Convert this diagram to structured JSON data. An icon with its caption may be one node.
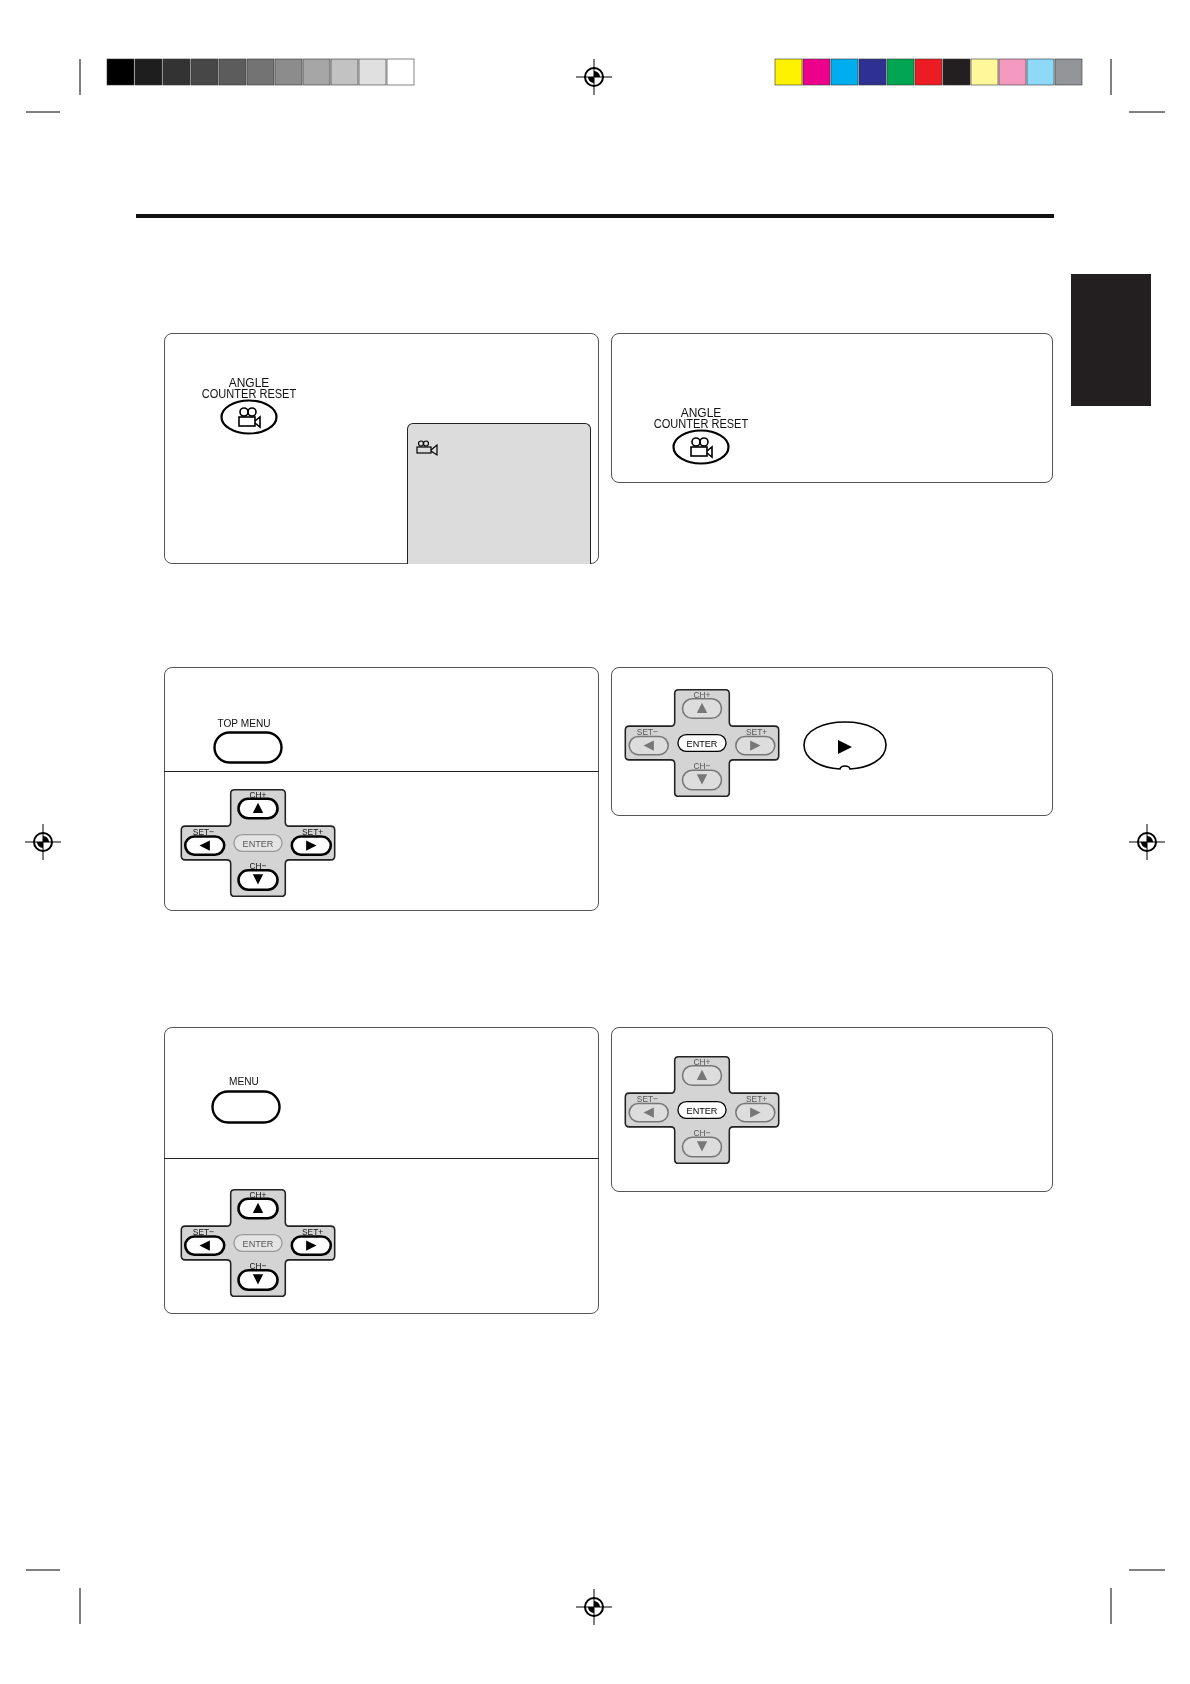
{
  "diagram": {
    "nodes": [
      {
        "text": [],
        "shape": "box"
      }
    ],
    "labels": [
      "ANGLE",
      "COUNTER RESET",
      "ANGLE",
      "COUNTER RESET",
      "TOP MENU",
      "CH+",
      "SET−",
      "ENTER",
      "SET+",
      "CH−",
      "CH+",
      "SET−",
      "ENTER",
      "SET+",
      "CH−",
      "MENU",
      "CH+",
      "SET−",
      "ENTER",
      "SET+",
      "CH−",
      "CH+",
      "SET−",
      "ENTER",
      "SET+",
      "CH−"
    ]
  }
}
